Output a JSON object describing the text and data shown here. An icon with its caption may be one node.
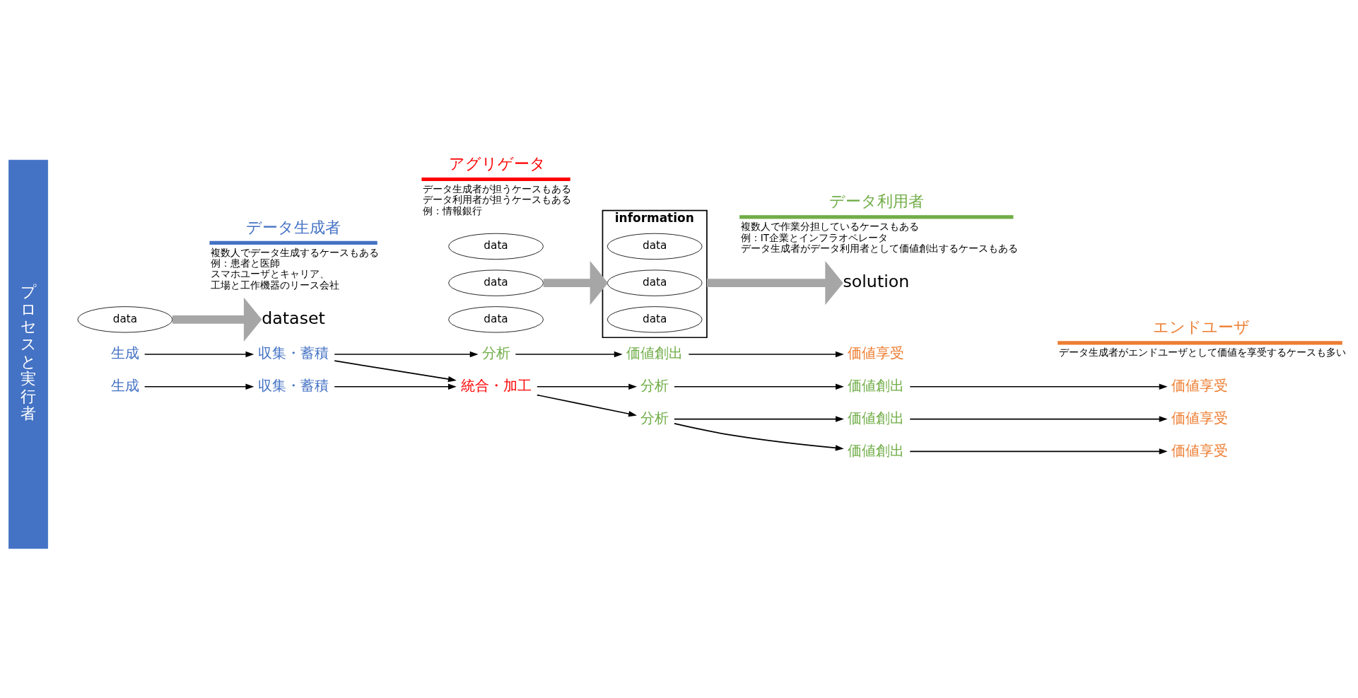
{
  "diagram": {
    "nodes": [
      {
        "text": [
          "プロセスと実行者"
        ]
      },
      {
        "text": [
          "data"
        ]
      },
      {
        "text": [
          "dataset"
        ]
      },
      {
        "text": [
          "data"
        ]
      },
      {
        "text": [
          "data"
        ]
      },
      {
        "text": [
          "data"
        ]
      },
      {
        "text": [
          "information"
        ]
      },
      {
        "text": [
          "data"
        ],
        "in": 6
      },
      {
        "text": [
          "data"
        ],
        "in": 6
      },
      {
        "text": [
          "data"
        ],
        "in": 6
      },
      {
        "text": [
          "solution"
        ]
      },
      {
        "text": [
          "生成"
        ]
      },
      {
        "text": [
          "収集・蓄積"
        ]
      },
      {
        "text": [
          "統合・加工"
        ]
      },
      {
        "text": [
          "分析"
        ]
      },
      {
        "text": [
          "価値創出"
        ]
      },
      {
        "text": [
          "価値享受"
        ]
      },
      {
        "text": [
          "生成"
        ]
      },
      {
        "text": [
          "収集・蓄積"
        ]
      },
      {
        "text": [
          "分析"
        ]
      },
      {
        "text": [
          "価値創出"
        ]
      },
      {
        "text": [
          "価値享受"
        ]
      },
      {
        "text": [
          "価値創出"
        ]
      },
      {
        "text": [
          "価値享受"
        ]
      },
      {
        "text": [
          "分析"
        ]
      },
      {
        "text": [
          "価値創出"
        ]
      },
      {
        "text": [
          "価値享受"
        ]
      }
    ],
    "edges": [
      {
        "from": 1,
        "to": 2,
        "arrow": "to",
        "style": "thick",
        "color": "#a6a6a6"
      },
      {
        "from": 4,
        "to": 6,
        "arrow": "to",
        "style": "thick",
        "color": "#a6a6a6"
      },
      {
        "from": 6,
        "to": 10,
        "arrow": "to",
        "style": "thick",
        "color": "#a6a6a6"
      },
      {
        "from": 11,
        "to": 12,
        "arrow": "to"
      },
      {
        "from": 12,
        "to": 13,
        "arrow": "to"
      },
      {
        "from": 12,
        "to": 24,
        "arrow": "to"
      },
      {
        "from": 17,
        "to": 18,
        "arrow": "to"
      },
      {
        "from": 18,
        "to": 13,
        "arrow": "to"
      },
      {
        "from": 13,
        "to": 14,
        "arrow": "to"
      },
      {
        "from": 13,
        "to": 19,
        "arrow": "to"
      },
      {
        "from": 14,
        "to": 15,
        "arrow": "to"
      },
      {
        "from": 15,
        "to": 16,
        "arrow": "to"
      },
      {
        "from": 19,
        "to": 20,
        "arrow": "to"
      },
      {
        "from": 19,
        "to": 22,
        "arrow": "to"
      },
      {
        "from": 20,
        "to": 21,
        "arrow": "to"
      },
      {
        "from": 22,
        "to": 23,
        "arrow": "to"
      },
      {
        "from": 24,
        "to": 25,
        "arrow": "to"
      },
      {
        "from": 25,
        "to": 26,
        "arrow": "to"
      }
    ],
    "labels": [
      "データ生成者",
      "複数人でデータ生成するケースもある",
      "例：患者と医師",
      "スマホユーザとキャリア、",
      "工場と工作機器のリース会社",
      "アグリゲータ",
      "データ生成者が担うケースもある",
      "データ利用者が担うケースもある",
      "例：情報銀行",
      "データ利用者",
      "複数人で作業分担しているケースもある",
      "例：IT企業とインフラオペレータ",
      "データ生成者がデータ利用者として価値創出するケースもある",
      "エンドユーザ",
      "データ生成者がエンドユーザとして価値を享受するケースも多い"
    ]
  }
}
